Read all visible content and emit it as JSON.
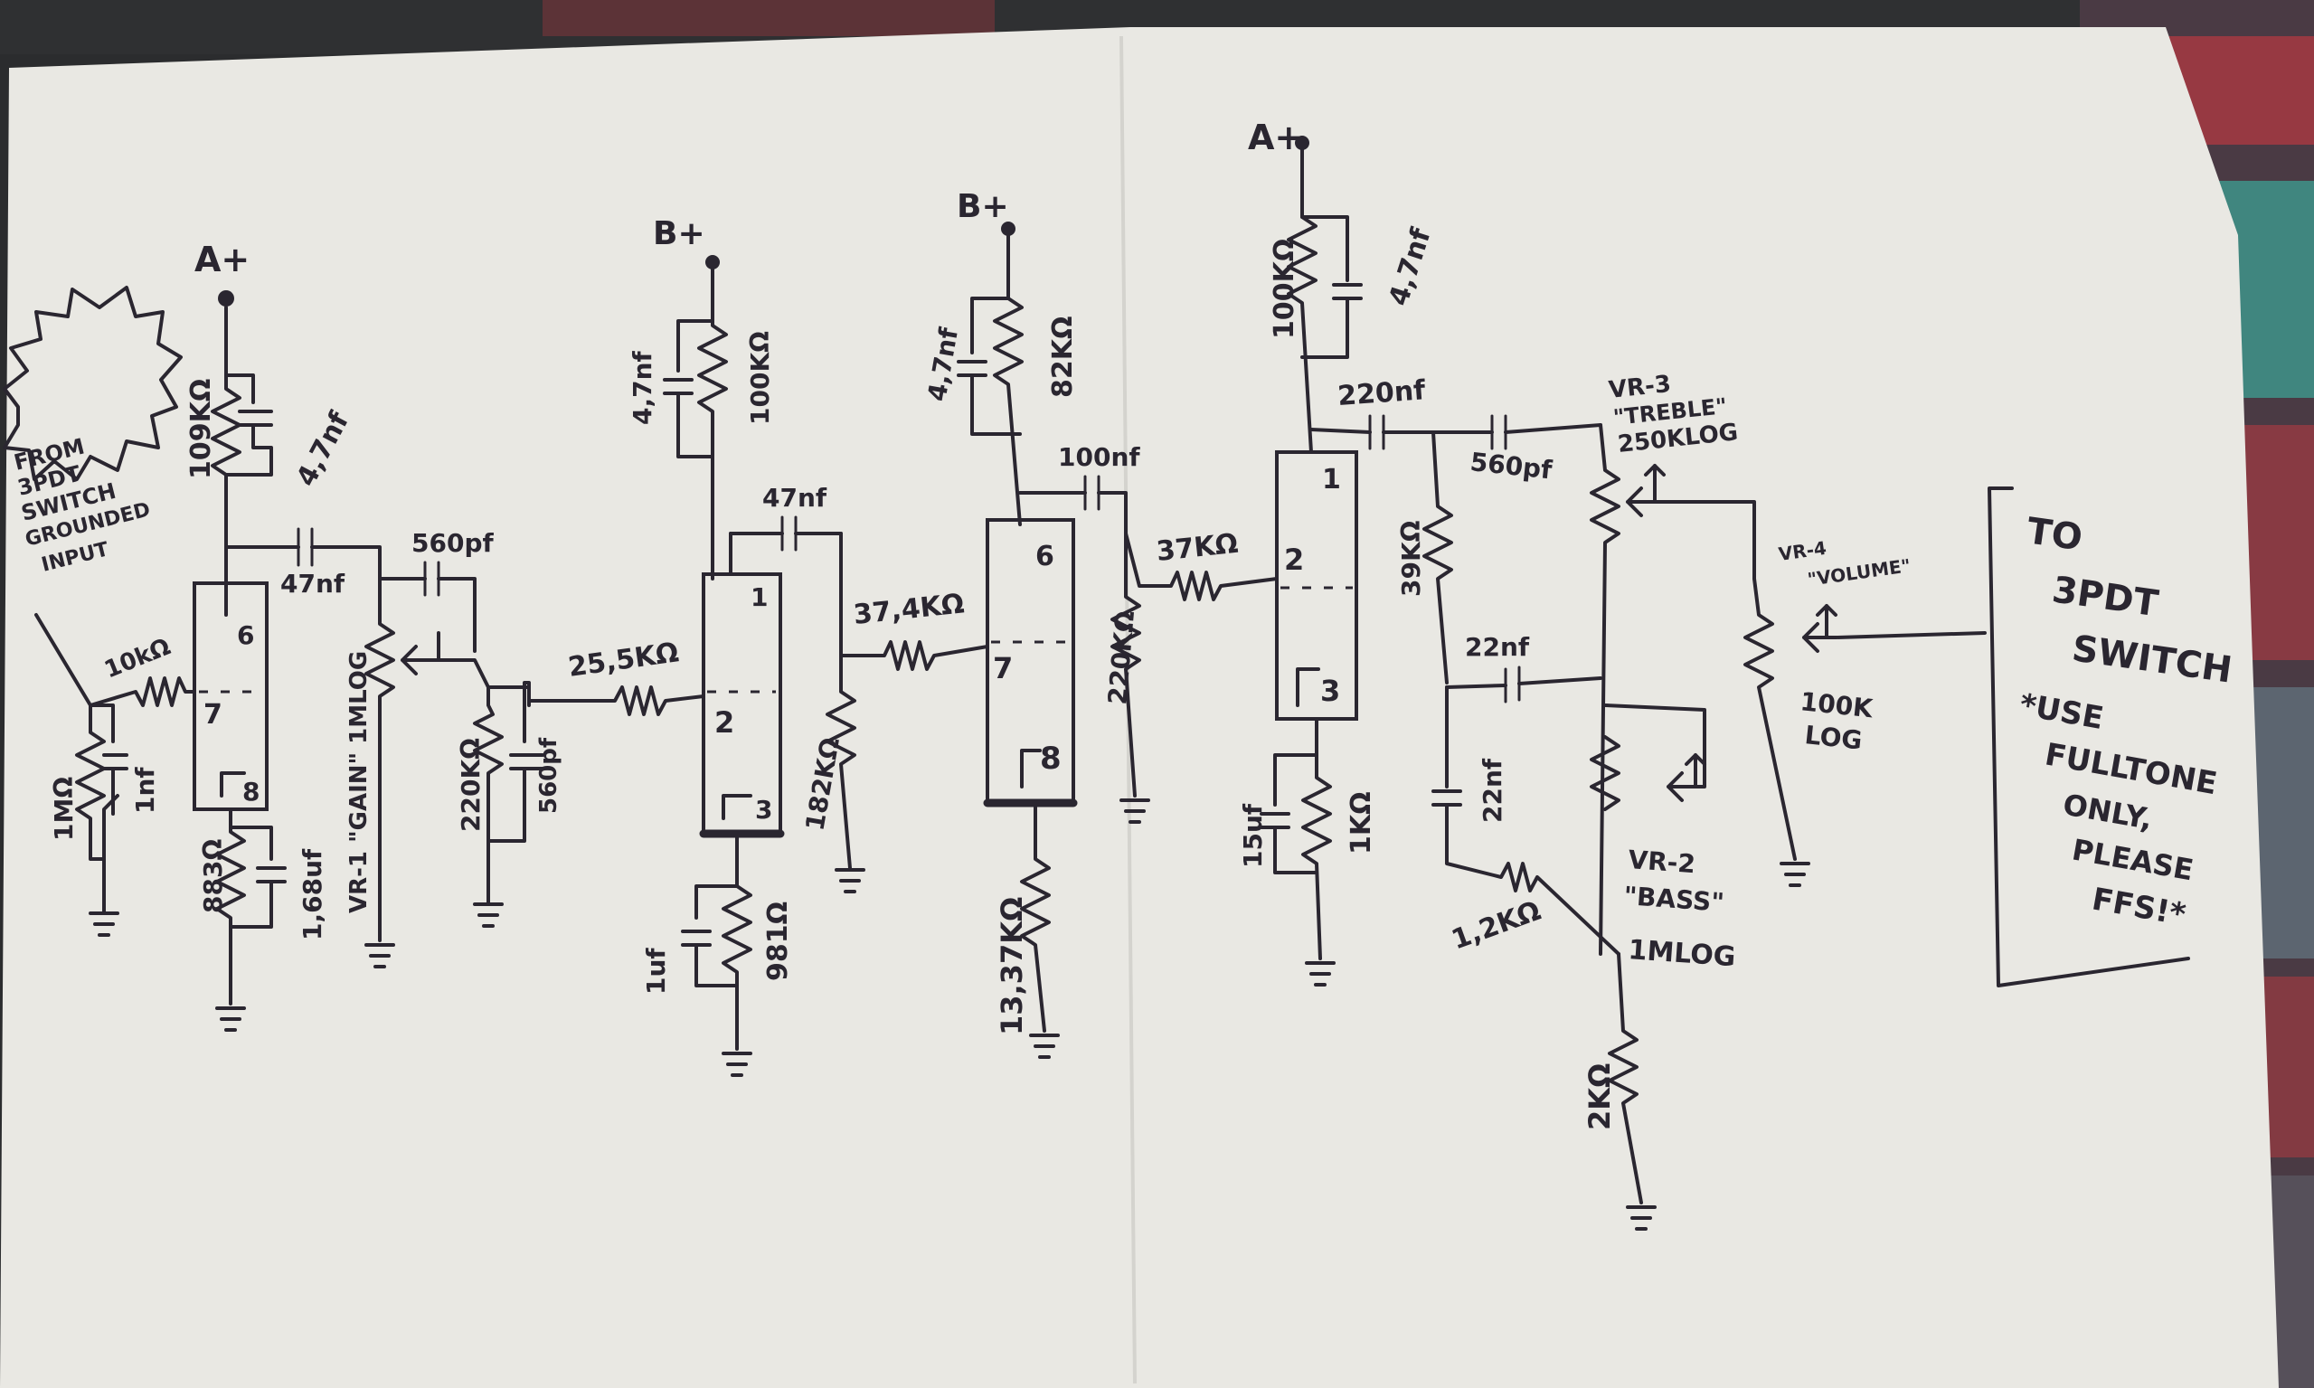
{
  "colors": {
    "paper": "#e9e8e3",
    "ink": "#2a2630",
    "background": "#2b2c2e",
    "fabric_red": "#b23a42",
    "fabric_teal": "#3f8f86"
  },
  "stage1": {
    "supply": "A+",
    "r_top": "109KΩ",
    "c_top": "4,7nf",
    "c_coupling": "47nf",
    "r_input": "10kΩ",
    "r_ground": "1MΩ",
    "c_input": "1nf",
    "r_cathode": "883Ω",
    "c_cathode": "1,68uf",
    "pin_top": "6",
    "pin_mid": "7",
    "pin_bottom": "8"
  },
  "input_note": {
    "line1": "FROM",
    "line2": "3PDT",
    "line3": "SWITCH",
    "line4": "GROUNDED",
    "line5": "INPUT"
  },
  "gain": {
    "cap": "560pf",
    "pot": "VR-1 \"GAIN\" 1MLOG",
    "resistor": "220KΩ",
    "cap2": "560pf"
  },
  "stage2": {
    "supply": "B+",
    "c_top": "4,7nf",
    "r_top": "100KΩ",
    "c_coupling": "47nf",
    "r_input": "25,5KΩ",
    "r_cathode": "981Ω",
    "c_cathode": "1uf",
    "pin_top": "1",
    "pin_mid": "2",
    "pin_bottom": "3"
  },
  "stage3": {
    "supply": "B+",
    "c_top": "4,7nf",
    "r_top": "82KΩ",
    "c_coupling": "100nf",
    "r_input": "37,4KΩ",
    "r_ground": "182KΩ",
    "r_cathode": "13,37KΩ",
    "pin_top": "6",
    "pin_mid": "7",
    "pin_bottom": "8"
  },
  "stage4": {
    "supply": "A+",
    "r_top": "100KΩ",
    "c_top": "4,7nf",
    "c_coupling": "220nf",
    "r_input": "37KΩ",
    "r_ground": "220KΩ",
    "c_cathode": "15uf",
    "r_cathode": "1KΩ",
    "pin_top": "1",
    "pin_mid": "2",
    "pin_bottom": "3"
  },
  "tonestack": {
    "c_treble": "560pf",
    "r_slope": "39KΩ",
    "c_mid": "22nf",
    "c_bass": "22nf",
    "r_mid": "1,2KΩ",
    "r_ground": "2KΩ",
    "treble_label": "VR-3",
    "treble_name": "\"TREBLE\"",
    "treble_value": "250KLOG",
    "bass_label": "VR-2",
    "bass_name": "\"BASS\"",
    "bass_value": "1MLOG",
    "volume_label": "VR-4",
    "volume_name": "\"VOLUME\"",
    "volume_value_1": "100K",
    "volume_value_2": "LOG"
  },
  "output_note": {
    "line1": "TO",
    "line2": "3PDT",
    "line3": "SWITCH",
    "line4": "*USE",
    "line5": "FULLTONE",
    "line6": "ONLY,",
    "line7": "PLEASE",
    "line8": "FFS!*"
  }
}
